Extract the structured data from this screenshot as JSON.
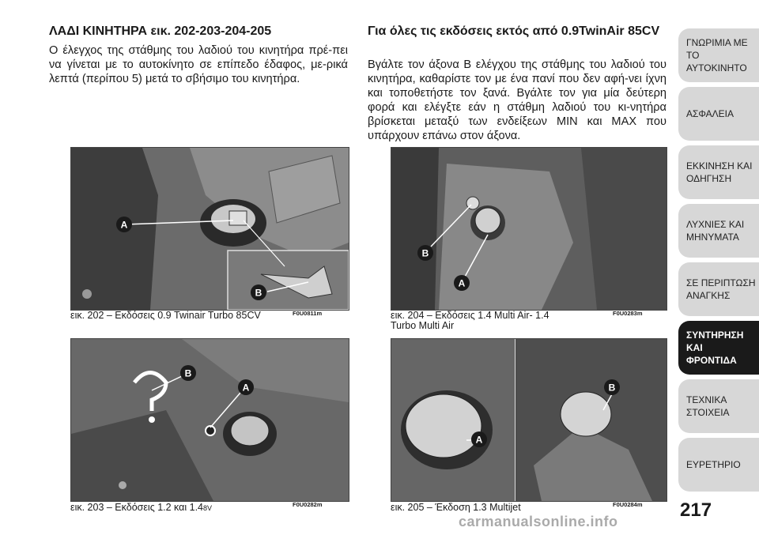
{
  "left": {
    "heading": "ΛΑΔΙ ΚΙΝΗΤΗΡΑ εικ. 202-203-204-205",
    "text": "Ο έλεγχος της στάθμης του λαδιού του κινητήρα πρέ-πει να γίνεται με το αυτοκίνητο σε επίπεδο έδαφος, με-ρικά λεπτά (περίπου 5) μετά το σβήσιμο του κινητήρα."
  },
  "right": {
    "heading": "Για όλες τις εκδόσεις εκτός από 0.9TwinAir 85CV",
    "text": "Βγάλτε τον άξονα B ελέγχου της στάθμης του λαδιού του κινητήρα, καθαρίστε τον με ένα πανί που δεν αφή-νει ίχνη και τοποθετήστε τον ξανά. Βγάλτε τον για μία δεύτερη φορά και ελέγξτε εάν η στάθμη λαδιού του κι-νητήρα βρίσκεται μεταξύ των ενδείξεων MIN και MAX που υπάρχουν επάνω στον άξονα."
  },
  "figures": [
    {
      "caption": "εικ. 202 – Εκδόσεις 0.9 Twinair Turbo 85CV",
      "code": "F0U0811m",
      "labels": [
        "A",
        "B"
      ]
    },
    {
      "caption": "εικ. 204 – Εκδόσεις 1.4 Multi Air- 1.4 Turbo Multi Air",
      "code": "F0U0283m",
      "labels": [
        "B",
        "A"
      ]
    },
    {
      "caption": "εικ. 203 – Εκδόσεις 1.2 και 1.4",
      "caption_suffix": "8V",
      "code": "F0U0282m",
      "labels": [
        "B",
        "A"
      ]
    },
    {
      "caption": "εικ. 205 – Έκδοση 1.3 Multijet",
      "code": "F0U0284m",
      "labels": [
        "A",
        "B"
      ]
    }
  ],
  "tabs": [
    "ΓΝΩΡΙΜΙΑ ΜΕ ΤΟ ΑΥΤΟΚΙΝΗΤΟ",
    "ΑΣΦΑΛΕΙΑ",
    "ΕΚΚΙΝΗΣΗ ΚΑΙ ΟΔΗΓΗΣΗ",
    "ΛΥΧΝΙΕΣ ΚΑΙ ΜΗΝΥΜΑΤΑ",
    "ΣΕ ΠΕΡΙΠΤΩΣΗ ΑΝΑΓΚΗΣ",
    "ΣΥΝΤΗΡΗΣΗ ΚΑΙ ΦΡΟΝΤΙΔΑ",
    "ΤΕΧΝΙΚΑ ΣΤΟΙΧΕΙΑ",
    "ΕΥΡΕΤΗΡΙΟ"
  ],
  "tab_display": [
    "ΓΝΩΡΙΜΙΑ ΜΕ ΤΟ\nΑΥΤΟΚΙΝΗΤΟ",
    "ΑΣΦΑΛΕΙΑ",
    "ΕΚΚΙΝΗΣΗ ΚΑΙ\nΟΔΗΓΗΣΗ",
    "ΛΥΧΝΙΕΣ ΚΑΙ\nΜΗΝΥΜΑΤΑ",
    "ΣΕ ΠΕΡΙΠΤΩΣΗ\nΑΝΑΓΚΗΣ",
    "ΣΥΝΤΗΡΗΣΗ ΚΑΙ\nΦΡΟΝΤΙΔΑ",
    "ΤΕΧΝΙΚΑ ΣΤΟΙΧΕΙΑ",
    "ΕΥΡΕΤΗΡΙΟ"
  ],
  "active_tab": "ΣΥΝΤΗΡΗΣΗ ΚΑΙ ΦΡΟΝΤΙΔΑ",
  "page_number": "217",
  "watermark": "carmanualsonline.info"
}
